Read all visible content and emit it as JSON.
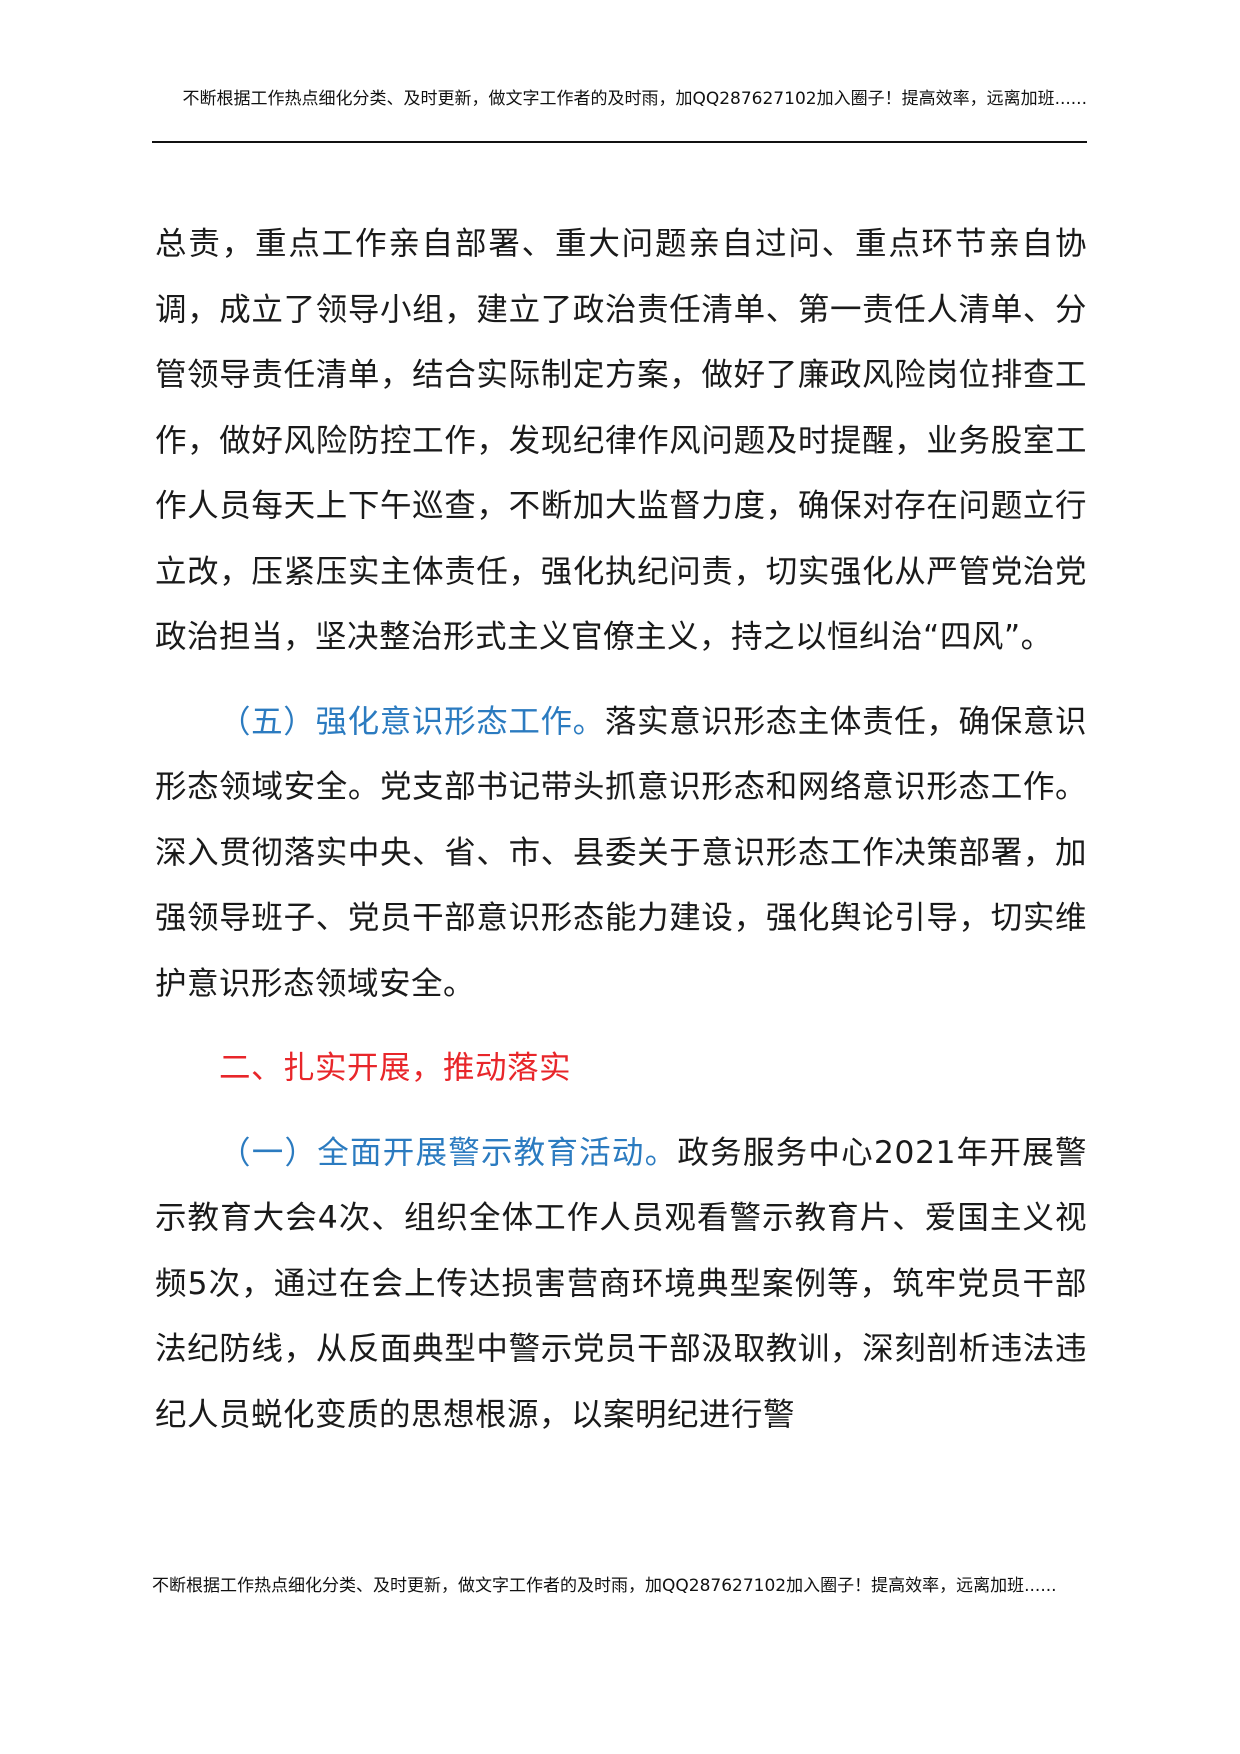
{
  "header": {
    "text": "不断根据工作热点细化分类、及时更新，做文字工作者的及时雨，加QQ287627102加入圈子！提高效率，远离加班......"
  },
  "paragraphs": {
    "p1": "总责，重点工作亲自部署、重大问题亲自过问、重点环节亲自协调，成立了领导小组，建立了政治责任清单、第一责任人清单、分管领导责任清单，结合实际制定方案，做好了廉政风险岗位排查工作，做好风险防控工作，发现纪律作风问题及时提醒，业务股室工作人员每天上下午巡查，不断加大监督力度，确保对存在问题立行立改，压紧压实主体责任，强化执纪问责，切实强化从严管党治党政治担当，坚决整治形式主义官僚主义，持之以恒纠治“四风”。",
    "p2_heading": "（五）强化意识形态工作。",
    "p2_body": "落实意识形态主体责任，确保意识形态领域安全。党支部书记带头抓意识形态和网络意识形态工作。深入贯彻落实中央、省、市、县委关于意识形态工作决策部署，加强领导班子、党员干部意识形态能力建设，强化舆论引导，切实维护意识形态领域安全。",
    "section_heading": "二、扎实开展，推动落实",
    "p3_heading": "（一）全面开展警示教育活动。",
    "p3_body": "政务服务中心2021年开展警示教育大会4次、组织全体工作人员观看警示教育片、爱国主义视频5次，通过在会上传达损害营商环境典型案例等，筑牢党员干部法纪防线，从反面典型中警示党员干部汲取教训，深刻剖析违法违纪人员蜕化变质的思想根源，以案明纪进行警"
  },
  "footer": {
    "text": "不断根据工作热点细化分类、及时更新，做文字工作者的及时雨，加QQ287627102加入圈子！提高效率，远离加班......"
  },
  "colors": {
    "heading_blue": "#2b7bc0",
    "heading_red": "#e8262a",
    "body_text": "#1a1a1a"
  }
}
